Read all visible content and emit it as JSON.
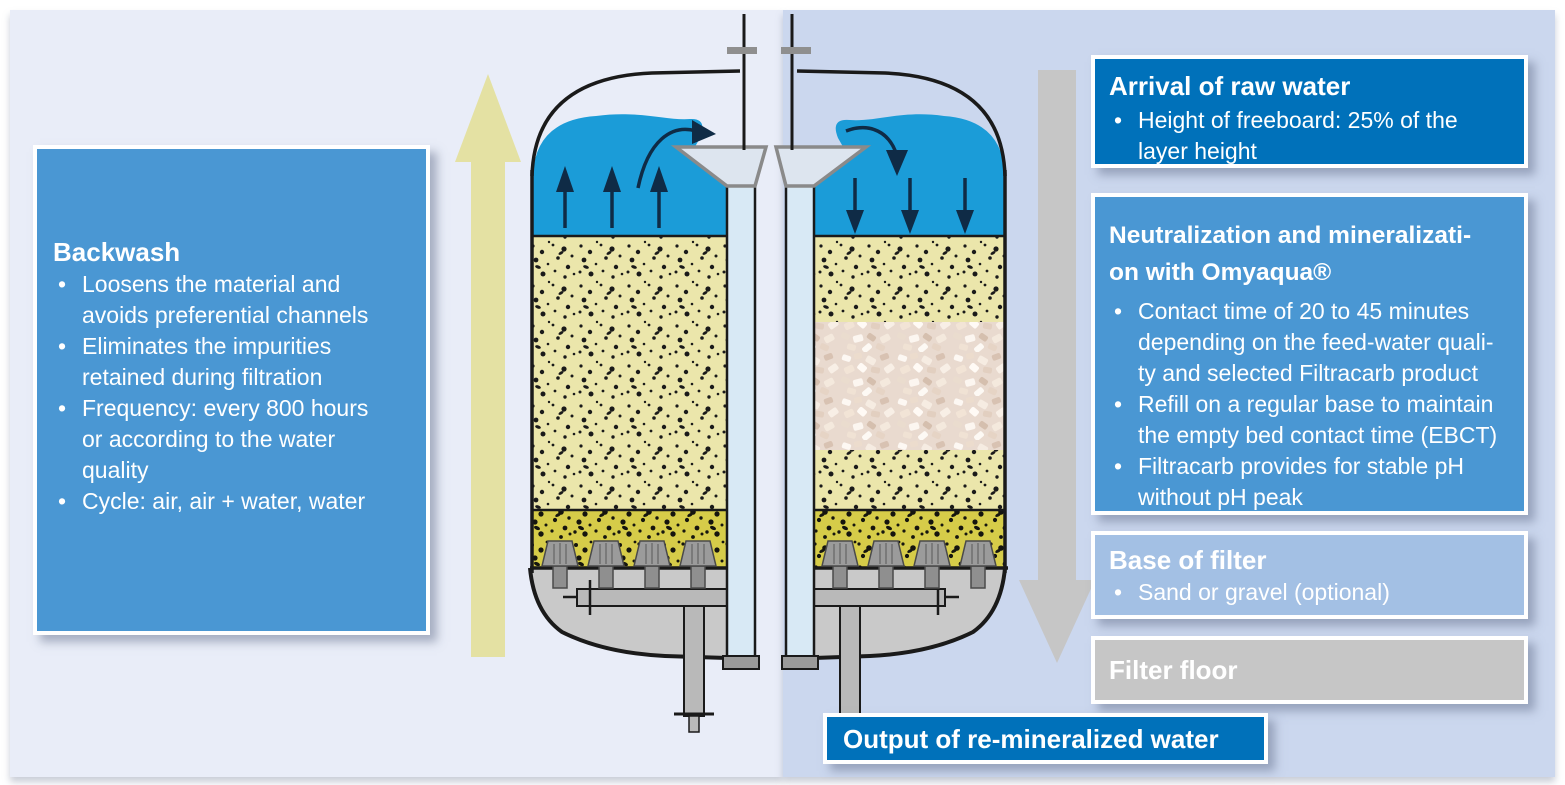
{
  "colors": {
    "panel_left": "#e9edf8",
    "panel_right": "#cbd7ee",
    "box_dark_blue": "#0071ba",
    "box_medium_blue": "#4a97d3",
    "box_light_blue": "#a3c0e4",
    "box_gray": "#c6c6c6",
    "water": "#1b9cd8",
    "media_light": "#ebe6ab",
    "media_dark": "#d6cc49",
    "gravel": "#e9dacf",
    "vessel_bottom": "#c9c9c9",
    "pipe_gray": "#b9b9b9",
    "nozzle_gray": "#9b9b9b",
    "up_arrow": "#e4e1a3",
    "down_arrow": "#c6c6c6",
    "flow_arrow": "#0f2b46",
    "downcomer_fill": "#d8e9f5",
    "funnel_fill": "#dde5ef"
  },
  "boxes": {
    "backwash": {
      "title": "Backwash",
      "bullets": [
        "Loosens the material and\navoids preferential channels",
        "Eliminates the impurities\nretained during filtration",
        "Frequency: every 800 hours\nor according to the water\nquality",
        "Cycle: air, air + water, water"
      ]
    },
    "arrival": {
      "title": "Arrival of raw water",
      "bullets": [
        "Height of freeboard: 25% of the\nlayer height"
      ]
    },
    "neutralization": {
      "title": "Neutralization and mineralizati-\non with Omyaqua®",
      "bullets": [
        "Contact time of 20 to 45 minutes\ndepending on the feed-water quali-\nty and selected Filtracarb product",
        "Refill on a regular base to maintain\nthe empty bed contact time (EBCT)",
        "Filtracarb provides for stable pH\nwithout pH peak"
      ]
    },
    "base_of_filter": {
      "title": "Base of filter",
      "bullets": [
        "Sand or gravel (optional)"
      ]
    },
    "filter_floor": {
      "title": "Filter floor"
    },
    "output": {
      "label": "Output of re-mineralized water"
    }
  }
}
